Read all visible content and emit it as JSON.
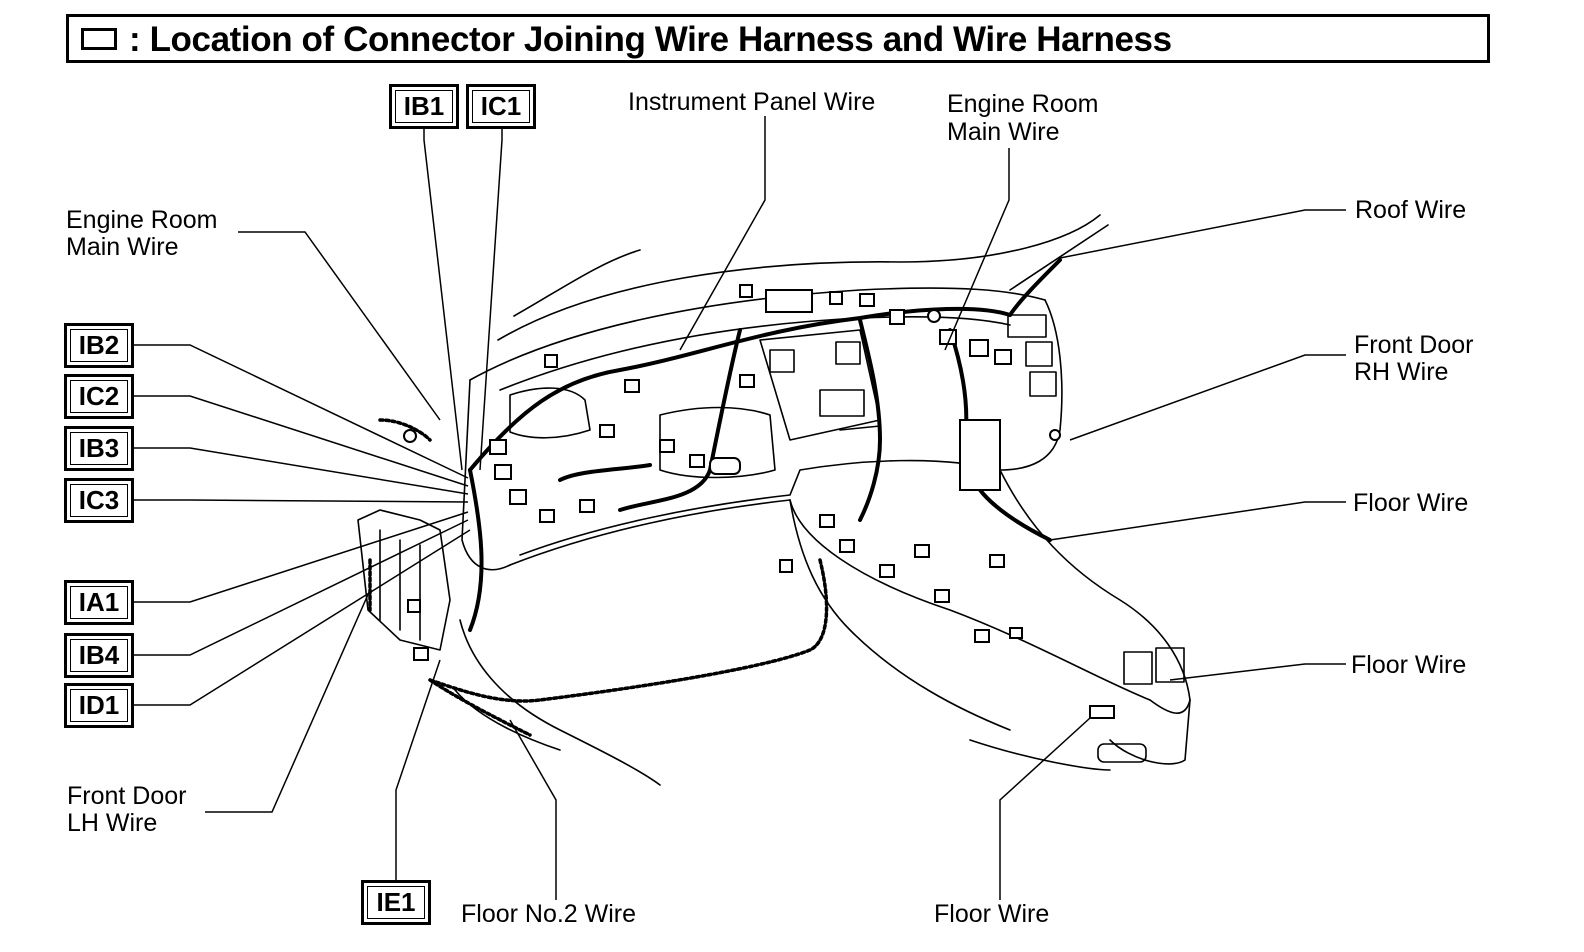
{
  "title": {
    "text": ": Location of Connector Joining Wire Harness and Wire Harness",
    "icon": "rectangle-box-icon"
  },
  "connectors": {
    "IB1": "IB1",
    "IC1": "IC1",
    "IB2": "IB2",
    "IC2": "IC2",
    "IB3": "IB3",
    "IC3": "IC3",
    "IA1": "IA1",
    "IB4": "IB4",
    "ID1": "ID1",
    "IE1": "IE1"
  },
  "wires": {
    "instrument_panel": "Instrument Panel Wire",
    "engine_room_main_right_line1": "Engine Room",
    "engine_room_main_right_line2": "Main Wire",
    "engine_room_main_left_line1": "Engine Room",
    "engine_room_main_left_line2": "Main Wire",
    "roof": "Roof Wire",
    "front_door_rh_line1": "Front Door",
    "front_door_rh_line2": "RH Wire",
    "floor_right_upper": "Floor Wire",
    "floor_right_lower": "Floor Wire",
    "front_door_lh_line1": "Front Door",
    "front_door_lh_line2": "LH Wire",
    "floor_no2": "Floor No.2 Wire",
    "floor_bottom": "Floor Wire"
  }
}
